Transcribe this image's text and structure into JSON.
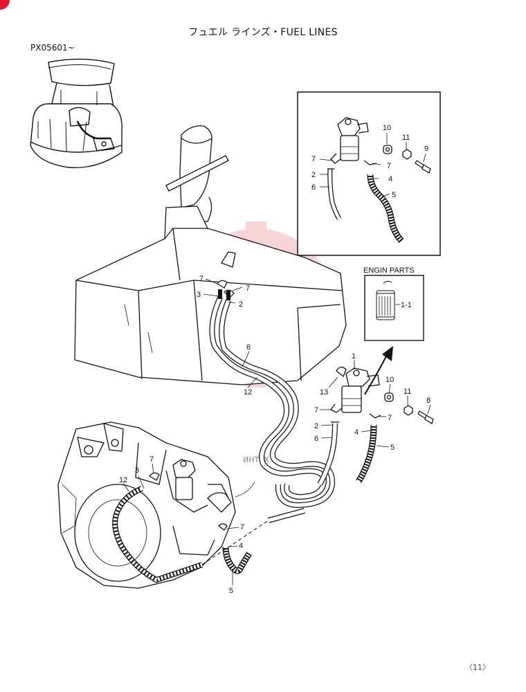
{
  "header": {
    "title": "フュエル ラインズ・FUEL LINES",
    "serial": "PX05601~"
  },
  "inset": {
    "title": "ENGIN PARTS",
    "callout": "1-1"
  },
  "watermark": {
    "text": "ИНТЕХ",
    "color": "#e8102a"
  },
  "callouts": {
    "detail": [
      "10",
      "11",
      "9",
      "7",
      "7",
      "2",
      "4",
      "6",
      "5"
    ],
    "tank": [
      "7",
      "7",
      "3",
      "2",
      "6",
      "12"
    ],
    "filter": [
      "1",
      "13",
      "10",
      "11",
      "8",
      "7",
      "7",
      "2",
      "4",
      "6",
      "5"
    ],
    "engine": [
      "12",
      "3",
      "7",
      "7",
      "4",
      "5"
    ]
  },
  "footer": {
    "page": "〈11〉"
  }
}
